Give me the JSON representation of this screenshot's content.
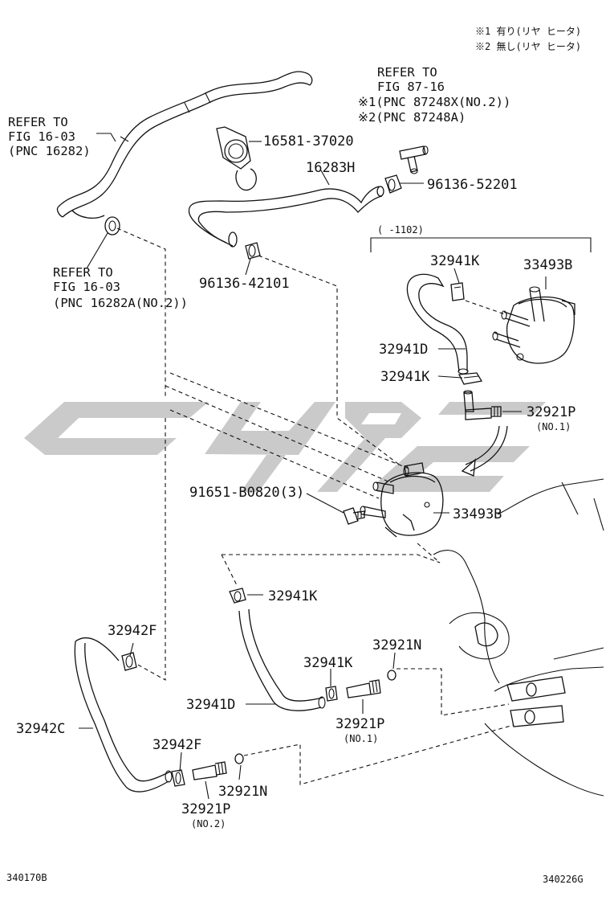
{
  "notes": {
    "note1": "※1 有り(リヤ ヒータ)",
    "note2": "※2 無し(リヤ ヒータ)"
  },
  "references": {
    "ref_fig87_line1": "REFER TO",
    "ref_fig87_line2": "FIG 87-16",
    "ref_fig87_line3": "※1(PNC 87248X(NO.2))",
    "ref_fig87_line4": "※2(PNC 87248A)",
    "ref_fig16a_line1": "REFER TO",
    "ref_fig16a_line2": "FIG 16-03",
    "ref_fig16a_line3": "(PNC 16282)",
    "ref_fig16b_line1": "REFER TO",
    "ref_fig16b_line2": "FIG 16-03",
    "ref_fig16b_line3": "(PNC 16282A(NO.2))"
  },
  "date_range": "(      -1102)",
  "parts": {
    "p16581": "16581-37020",
    "p16283H": "16283H",
    "p96136_52201": "96136-52201",
    "p96136_42101": "96136-42101",
    "p32941K_top": "32941K",
    "p33493B_top": "33493B",
    "p32941D_top": "32941D",
    "p32941K_mid": "32941K",
    "p32921P_top": "32921P",
    "p32921P_top_sub": "(NO.1)",
    "p91651": "91651-B0820(3)",
    "p33493B_mid": "33493B",
    "p32941K_low": "32941K",
    "p32942F_top": "32942F",
    "p32921N_top": "32921N",
    "p32941K_low2": "32941K",
    "p32941D_low": "32941D",
    "p32921P_mid": "32921P",
    "p32921P_mid_sub": "(NO.1)",
    "p32942C": "32942C",
    "p32942F_low": "32942F",
    "p32921N_low": "32921N",
    "p32921P_low": "32921P",
    "p32921P_low_sub": "(NO.2)"
  },
  "footer": {
    "left_code": "340170B",
    "right_code": "340226G"
  },
  "colors": {
    "line": "#111111",
    "watermark": "#c4c4c4",
    "background": "#ffffff"
  }
}
